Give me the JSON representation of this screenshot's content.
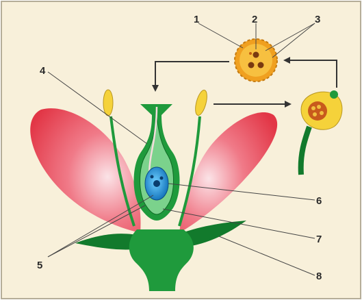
{
  "colors": {
    "background": "#f8f0da",
    "frame": "#9a9a9a",
    "petal": "#e53c4a",
    "petal_light": "#f6c6ce",
    "green": "#1f9a3c",
    "green_dark": "#127a2c",
    "anther": "#f5d23a",
    "pollen": "#f0a020",
    "egg": "#1e8ad6",
    "leader": "#555555",
    "arrow": "#333333"
  },
  "labels": [
    {
      "id": "l1",
      "text": "1"
    },
    {
      "id": "l2",
      "text": "2"
    },
    {
      "id": "l3",
      "text": "3"
    },
    {
      "id": "l4",
      "text": "4"
    },
    {
      "id": "l5",
      "text": "5"
    },
    {
      "id": "l6",
      "text": "6"
    },
    {
      "id": "l7",
      "text": "7"
    },
    {
      "id": "l8",
      "text": "8"
    }
  ]
}
